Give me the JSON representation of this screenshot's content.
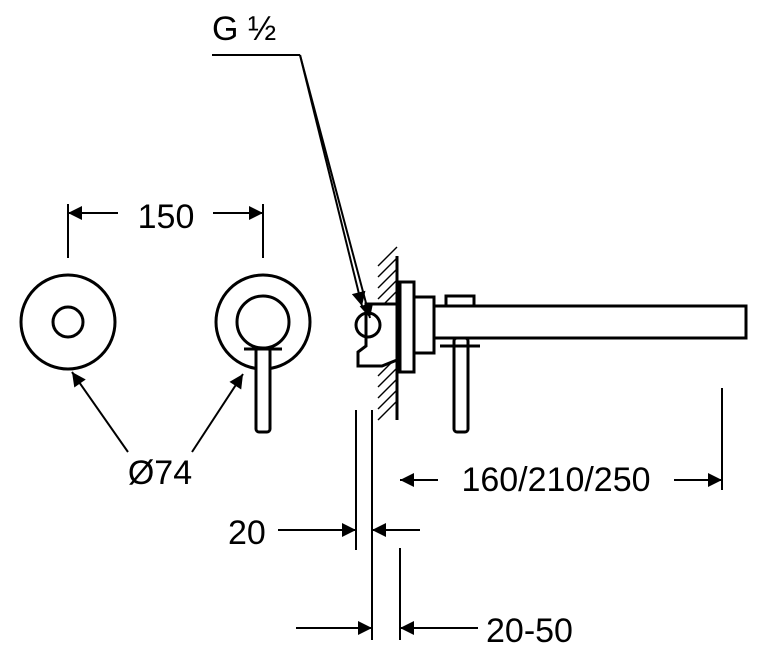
{
  "labels": {
    "thread": "G ½",
    "spacing": "150",
    "diameter": "Ø74",
    "spout_lengths": "160/210/250",
    "wall_offset": "20",
    "wall_range": "20-50"
  }
}
